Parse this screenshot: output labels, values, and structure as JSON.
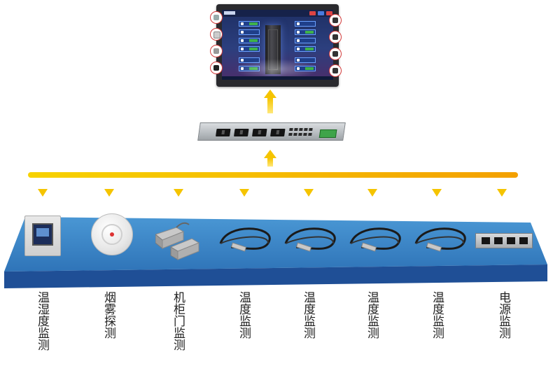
{
  "devices": [
    {
      "id": "temp-humidity",
      "label": "温湿度监测",
      "icon": "temperature-humidity-sensor-icon"
    },
    {
      "id": "smoke",
      "label": "烟雾探测",
      "icon": "smoke-detector-icon"
    },
    {
      "id": "cabinet-door",
      "label": "机柜门监测",
      "icon": "door-contact-sensor-icon"
    },
    {
      "id": "temp-1",
      "label": "温度监测",
      "icon": "temperature-probe-icon"
    },
    {
      "id": "temp-2",
      "label": "温度监测",
      "icon": "temperature-probe-icon"
    },
    {
      "id": "temp-3",
      "label": "温度监测",
      "icon": "temperature-probe-icon"
    },
    {
      "id": "temp-4",
      "label": "温度监测",
      "icon": "temperature-probe-icon"
    },
    {
      "id": "power",
      "label": "电源监测",
      "icon": "pdu-power-strip-icon"
    }
  ],
  "colors": {
    "bus": "#f6c000",
    "arrow": "#f5c400",
    "platform_top": "#3b86c4",
    "platform_front": "#1f4f96"
  }
}
